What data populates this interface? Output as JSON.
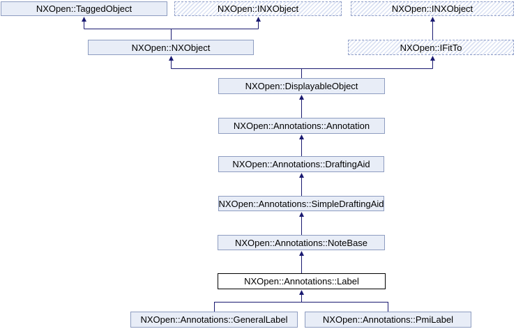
{
  "diagram": {
    "type": "class-inheritance-diagram",
    "current_class": "NXOpen::Annotations::Label",
    "colors": {
      "edge": "#191970",
      "solid_node_fill": "#e8edf7",
      "solid_node_border": "#8d9cc0",
      "dashed_node_border": "#8d9cc6",
      "hatch_stripe": "#dbe2f3",
      "current_node_border": "#000000",
      "text": "#000000",
      "background": "#ffffff"
    },
    "nodes": [
      {
        "label": "NXOpen::TaggedObject",
        "style": "solid"
      },
      {
        "label": "NXOpen::INXObject",
        "style": "dashed"
      },
      {
        "label": "NXOpen::INXObject",
        "style": "dashed"
      },
      {
        "label": "NXOpen::NXObject",
        "style": "solid"
      },
      {
        "label": "NXOpen::IFitTo",
        "style": "dashed"
      },
      {
        "label": "NXOpen::DisplayableObject",
        "style": "solid"
      },
      {
        "label": "NXOpen::Annotations::Annotation",
        "style": "solid"
      },
      {
        "label": "NXOpen::Annotations::DraftingAid",
        "style": "solid"
      },
      {
        "label": "NXOpen::Annotations::SimpleDraftingAid",
        "style": "solid"
      },
      {
        "label": "NXOpen::Annotations::NoteBase",
        "style": "solid"
      },
      {
        "label": "NXOpen::Annotations::Label",
        "style": "current"
      },
      {
        "label": "NXOpen::Annotations::GeneralLabel",
        "style": "solid"
      },
      {
        "label": "NXOpen::Annotations::PmiLabel",
        "style": "solid"
      }
    ],
    "edges": [
      {
        "child": "NXOpen::NXObject",
        "parent": "NXOpen::TaggedObject"
      },
      {
        "child": "NXOpen::NXObject",
        "parent": "NXOpen::INXObject"
      },
      {
        "child": "NXOpen::IFitTo",
        "parent": "NXOpen::INXObject"
      },
      {
        "child": "NXOpen::DisplayableObject",
        "parent": "NXOpen::NXObject"
      },
      {
        "child": "NXOpen::DisplayableObject",
        "parent": "NXOpen::IFitTo"
      },
      {
        "child": "NXOpen::Annotations::Annotation",
        "parent": "NXOpen::DisplayableObject"
      },
      {
        "child": "NXOpen::Annotations::DraftingAid",
        "parent": "NXOpen::Annotations::Annotation"
      },
      {
        "child": "NXOpen::Annotations::SimpleDraftingAid",
        "parent": "NXOpen::Annotations::DraftingAid"
      },
      {
        "child": "NXOpen::Annotations::NoteBase",
        "parent": "NXOpen::Annotations::SimpleDraftingAid"
      },
      {
        "child": "NXOpen::Annotations::Label",
        "parent": "NXOpen::Annotations::NoteBase"
      },
      {
        "child": "NXOpen::Annotations::GeneralLabel",
        "parent": "NXOpen::Annotations::Label"
      },
      {
        "child": "NXOpen::Annotations::PmiLabel",
        "parent": "NXOpen::Annotations::Label"
      }
    ]
  }
}
